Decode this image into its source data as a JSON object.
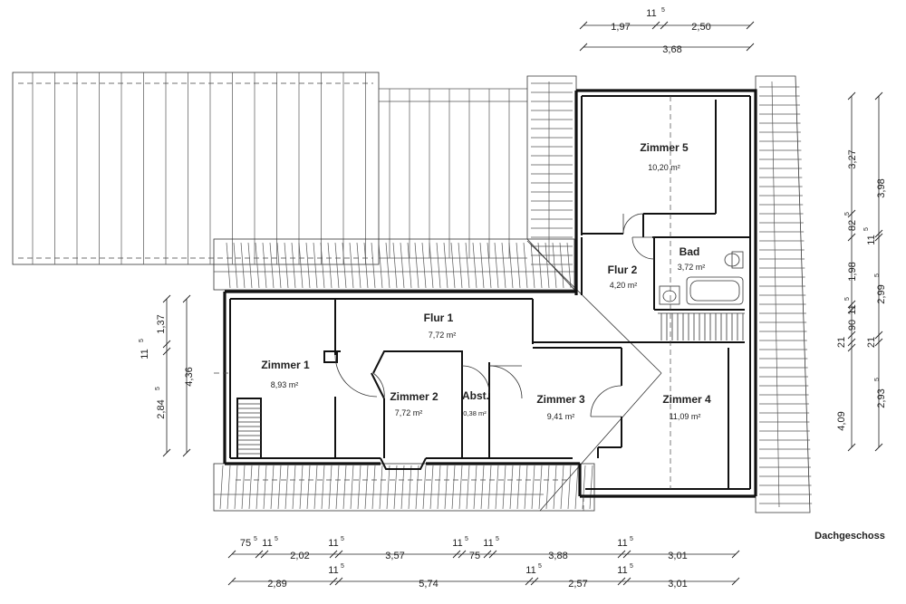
{
  "plan_title": "Dachgeschoss",
  "rooms": [
    {
      "name": "Zimmer 5",
      "area": "10,20 m²"
    },
    {
      "name": "Bad",
      "area": "3,72 m²"
    },
    {
      "name": "Flur 2",
      "area": "4,20 m²"
    },
    {
      "name": "Flur 1",
      "area": "7,72 m²"
    },
    {
      "name": "Zimmer 1",
      "area": "8,93 m²"
    },
    {
      "name": "Zimmer 2",
      "area": "7,72 m²"
    },
    {
      "name": "Abst.",
      "area": "0,38 m²"
    },
    {
      "name": "Zimmer 3",
      "area": "9,41 m²"
    },
    {
      "name": "Zimmer 4",
      "area": "11,09 m²"
    }
  ],
  "dims_top": {
    "row1": [
      {
        "main": "1,97",
        "sup": ""
      },
      {
        "main": "11",
        "sup": "5"
      },
      {
        "main": "2,50",
        "sup": ""
      }
    ],
    "row2": [
      {
        "main": "3,68",
        "sup": ""
      }
    ]
  },
  "dims_left": [
    {
      "main": "1,37",
      "sup": ""
    },
    {
      "main": "11",
      "sup": "5"
    },
    {
      "main": "2,84",
      "sup": "5"
    },
    {
      "main": "4,36",
      "sup": ""
    }
  ],
  "dims_right": {
    "inner": [
      {
        "main": "3,27",
        "sup": ""
      },
      {
        "main": "82",
        "sup": "5"
      },
      {
        "main": "1,98",
        "sup": ""
      },
      {
        "main": "11",
        "sup": "5"
      },
      {
        "main": "90",
        "sup": ""
      },
      {
        "main": "21",
        "sup": ""
      },
      {
        "main": "4,09",
        "sup": ""
      }
    ],
    "outer": [
      {
        "main": "3,98",
        "sup": ""
      },
      {
        "main": "11",
        "sup": "5"
      },
      {
        "main": "2,99",
        "sup": "5"
      },
      {
        "main": "21",
        "sup": ""
      },
      {
        "main": "2,93",
        "sup": "5"
      }
    ]
  },
  "dims_bottom": {
    "row1": [
      {
        "main": "75",
        "sup": "5"
      },
      {
        "main": "11",
        "sup": "5"
      },
      {
        "main": "2,02",
        "sup": ""
      },
      {
        "main": "11",
        "sup": "5"
      },
      {
        "main": "3,57",
        "sup": ""
      },
      {
        "main": "11",
        "sup": "5"
      },
      {
        "main": "75",
        "sup": ""
      },
      {
        "main": "11",
        "sup": "5"
      },
      {
        "main": "3,88",
        "sup": ""
      },
      {
        "main": "11",
        "sup": "5"
      },
      {
        "main": "3,01",
        "sup": ""
      }
    ],
    "row2": [
      {
        "main": "2,89",
        "sup": ""
      },
      {
        "main": "11",
        "sup": "5"
      },
      {
        "main": "5,74",
        "sup": ""
      },
      {
        "main": "11",
        "sup": "5"
      },
      {
        "main": "2,57",
        "sup": ""
      },
      {
        "main": "11",
        "sup": "5"
      },
      {
        "main": "3,01",
        "sup": ""
      }
    ]
  }
}
